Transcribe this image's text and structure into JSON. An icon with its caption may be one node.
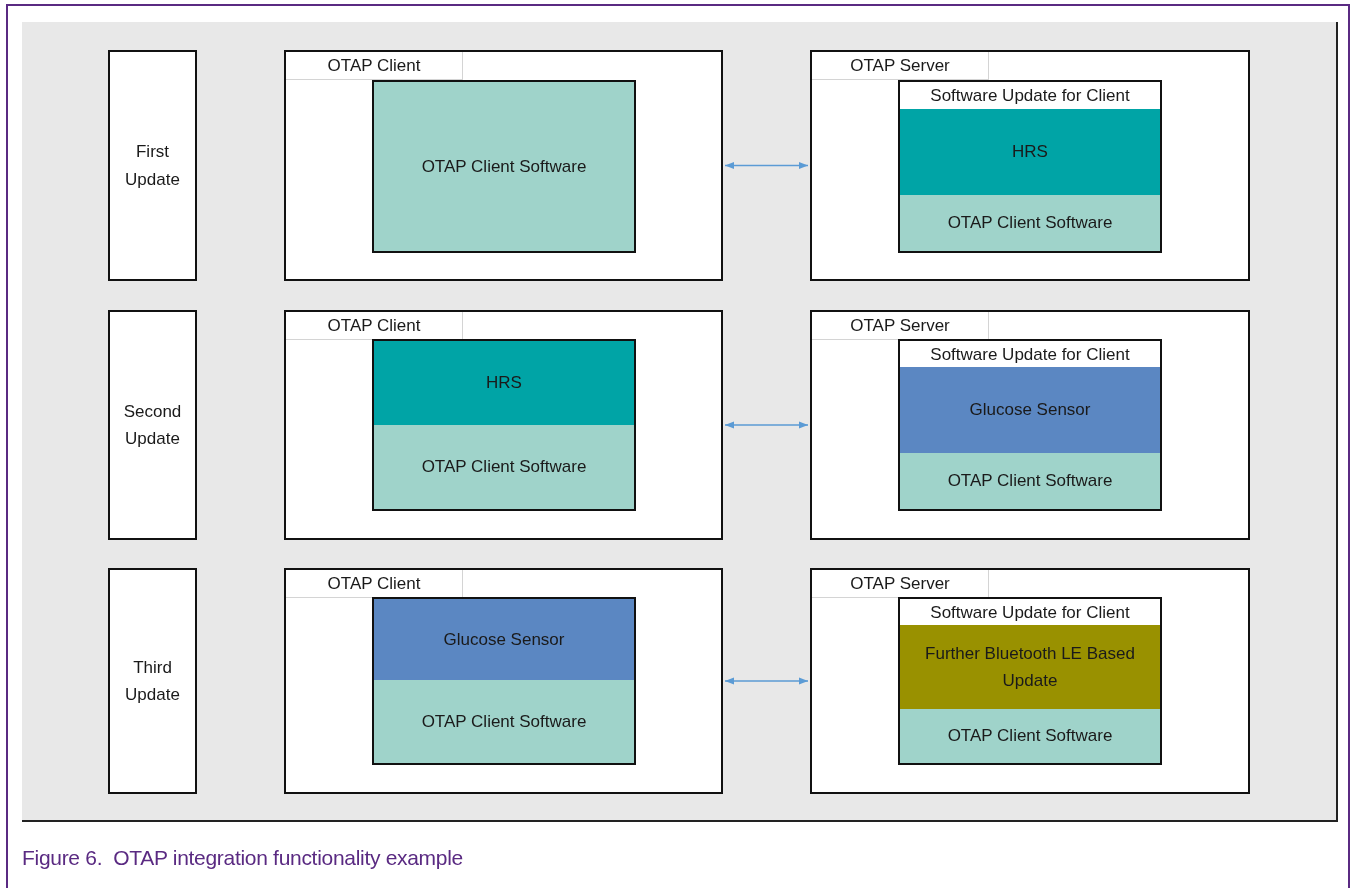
{
  "diagram": {
    "caption": "Figure 6.  OTAP integration functionality example",
    "nodes": [
      {
        "text": [
          "First Update"
        ]
      },
      {
        "text": [
          "OTAP Client"
        ]
      },
      {
        "text": [
          "OTAP Client Software"
        ],
        "in": 1
      },
      {
        "text": [
          "OTAP Server"
        ]
      },
      {
        "text": [
          "Software Update for Client"
        ],
        "in": 3
      },
      {
        "text": [
          "HRS"
        ],
        "in": 4
      },
      {
        "text": [
          "OTAP Client Software"
        ],
        "in": 4
      },
      {
        "text": [
          "Second Update"
        ]
      },
      {
        "text": [
          "OTAP Client"
        ]
      },
      {
        "text": [],
        "shape": "box",
        "in": 8
      },
      {
        "text": [
          "HRS"
        ],
        "in": 9
      },
      {
        "text": [
          "OTAP Client Software"
        ],
        "in": 9
      },
      {
        "text": [
          "OTAP Server"
        ]
      },
      {
        "text": [
          "Software Update for Client"
        ],
        "in": 12
      },
      {
        "text": [
          "Glucose Sensor"
        ],
        "in": 13
      },
      {
        "text": [
          "OTAP Client Software"
        ],
        "in": 13
      },
      {
        "text": [
          "Third Update"
        ]
      },
      {
        "text": [
          "OTAP Client"
        ]
      },
      {
        "text": [],
        "shape": "box",
        "in": 17
      },
      {
        "text": [
          "Glucose Sensor"
        ],
        "in": 18
      },
      {
        "text": [
          "OTAP Client Software"
        ],
        "in": 18
      },
      {
        "text": [
          "OTAP Server"
        ]
      },
      {
        "text": [
          "Software Update for Client"
        ],
        "in": 21
      },
      {
        "text": [
          "Further Bluetooth LE Based Update"
        ],
        "in": 22
      },
      {
        "text": [
          "OTAP Client Software"
        ],
        "in": 22
      }
    ],
    "edges": [
      {
        "from": 1,
        "to": 3,
        "arrow": "both"
      },
      {
        "from": 8,
        "to": 12,
        "arrow": "both"
      },
      {
        "from": 17,
        "to": 21,
        "arrow": "both"
      }
    ]
  }
}
